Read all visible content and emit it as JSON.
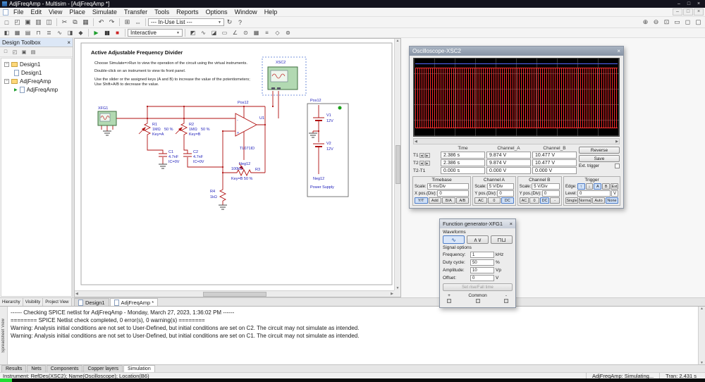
{
  "titlebar": {
    "title": "AdjFreqAmp - Multisim - [AdjFreqAmp *]"
  },
  "menu": {
    "items": [
      "File",
      "Edit",
      "View",
      "Place",
      "Simulate",
      "Transfer",
      "Tools",
      "Reports",
      "Options",
      "Window",
      "Help"
    ]
  },
  "tools": {
    "in_use": "--- In-Use List ---",
    "interactive": "Interactive"
  },
  "icons": {
    "min": "–",
    "max": "□",
    "close": "×",
    "new": "□",
    "open": "◰",
    "save": "▣",
    "print": "▥",
    "preview": "◫",
    "cut": "✂",
    "copy": "⧉",
    "paste": "▦",
    "undo": "↶",
    "redo": "↷",
    "zoom_window": "⊞",
    "pan": "⇔",
    "refresh": "↻",
    "help": "?",
    "zoom_in": "⊕",
    "zoom_out": "⊖",
    "zoom_area": "⊡",
    "zoom_page": "▭",
    "zoom_fit": "◻",
    "fullscreen": "▢",
    "toolbox": "◧",
    "spreadsheet": "▦",
    "database": "▤",
    "component": "⊓",
    "netlist": "≣",
    "grapher": "∿",
    "postproc": "◨",
    "settings": "◆",
    "play": "▶",
    "pause": "▮▮",
    "stop": "■",
    "dd": "▼",
    "mm": "◩",
    "fgen": "∿",
    "watt": "◪",
    "scope": "▭",
    "bode": "∠",
    "fcount": "⊙",
    "wordgen": "▦",
    "logic": "≡",
    "iv": "◇",
    "probe": "⊚",
    "expander": "−",
    "left": "◀",
    "right": "▶",
    "up": "▲",
    "down": "▼",
    "sine": "∿",
    "tri": "∧∨",
    "sq": "⊓⊔",
    "edge_r": "↑",
    "edge_f": "↓",
    "runmark": "▶"
  },
  "dtb": {
    "title": "Design Toolbox",
    "p1": "Design1",
    "s1": "Design1",
    "p2": "AdjFreqAmp",
    "s2": "AdjFreqAmp"
  },
  "sch": {
    "heading": "Active Adjustable Frequency Divider",
    "line1": "Choose Simulate=>Run to view the operation of the circuit using the virtual instruments.",
    "line2": "Double-click on an instrument to view its front panel.",
    "line3": "Use the slider or the assigned keys (A and B) to increase the value of the potentiometers;",
    "line4": "Use Shift+A/B to decrease the value.",
    "xfg1": "XFG1",
    "xsc2": "XSC2",
    "pos12_op": "Pos12",
    "neg12_op": "Neg12",
    "pos12_ps": "Pos12",
    "neg12_ps": "Neg12",
    "r1": "R1",
    "r1v": "1MΩ",
    "r1p": "50 %",
    "r1k": "Key=A",
    "r2": "R2",
    "r2v": "1MΩ",
    "r2p": "50 %",
    "r2k": "Key=B",
    "c1": "C1",
    "c1v": "4.7nF",
    "c1ic": "IC=0V",
    "c2": "C2",
    "c2v": "4.7nF",
    "c2ic": "IC=0V",
    "u1": "U1",
    "u1v": "TL071ID",
    "op_plus": "+",
    "op_minus": "-",
    "r3": "R3",
    "r3v": "100kΩ",
    "r3k": "Key=B 50 %",
    "r4": "R4",
    "r4v": "1kΩ",
    "v1": "V1",
    "v1v": "12V",
    "v2": "V2",
    "v2v": "12V",
    "ps": "Power Supply"
  },
  "osc": {
    "title": "Oscilloscope-XSC2",
    "rev": "Reverse",
    "save": "Save",
    "ext": "Ext. trigger",
    "col_t": "Time",
    "col_a": "Channel_A",
    "col_b": "Channel_B",
    "t1": "T1",
    "t2": "T2",
    "t21": "T2-T1",
    "t1_t": "2.386 s",
    "t1_a": "9.874 V",
    "t1_b": "10.477 V",
    "t2_t": "2.386 s",
    "t2_a": "9.874 V",
    "t2_b": "10.477 V",
    "d_t": "0.000 s",
    "d_a": "0.000 V",
    "d_b": "0.000 V",
    "tb": {
      "t": "Timebase",
      "l1": "Scale:",
      "v1": "5 ms/Div",
      "l2": "X pos.(Div):",
      "v2": "0",
      "b1": "Y/T",
      "b2": "Add",
      "b3": "B/A",
      "b4": "A/B"
    },
    "ca": {
      "t": "Channel A",
      "l1": "Scale:",
      "v1": "5 V/Div",
      "l2": "Y pos.(Div):",
      "v2": "0",
      "b1": "AC",
      "b2": "0",
      "b3": "DC"
    },
    "cb": {
      "t": "Channel B",
      "l1": "Scale:",
      "v1": "5 V/Div",
      "l2": "Y pos.(Div):",
      "v2": "0",
      "b1": "AC",
      "b2": "0",
      "b3": "DC",
      "b4": "-"
    },
    "tr": {
      "t": "Trigger",
      "l1": "Edge:",
      "ba": "A",
      "bb": "B",
      "bext": "Ext",
      "l2": "Level:",
      "v2": "0",
      "u2": "V",
      "b1": "Single",
      "b2": "Normal",
      "b3": "Auto",
      "b4": "None"
    }
  },
  "fg": {
    "title": "Function generator-XFG1",
    "wl": "Waveforms",
    "sl": "Signal options",
    "fl": "Frequency:",
    "fv": "1",
    "fu": "kHz",
    "dl": "Duty cycle:",
    "dv": "50",
    "du": "%",
    "al": "Amplitude:",
    "av": "10",
    "au": "Vp",
    "ol": "Offset:",
    "ov": "0",
    "ou": "V",
    "rb": "Set rise/Fall time",
    "pl": "+",
    "cm": "Common",
    "mn": "-"
  },
  "tabs": {
    "h": "Hierarchy",
    "v": "Visibility",
    "p": "Project View",
    "t1": "Design1",
    "t2": "AdjFreqAmp *"
  },
  "ss": {
    "side": "Spreadsheet View",
    "lines": [
      "------ Checking SPICE netlist for AdjFreqAmp - Monday, March 27, 2023, 1:36:02 PM ------",
      "======== SPICE Netlist check completed, 0 error(s), 0 warning(s) ========",
      "Warning: Analysis initial conditions are not set to User-Defined, but initial conditions are set on C2. The circuit may not simulate as intended.",
      "Warning: Analysis initial conditions are not set to User-Defined, but initial conditions are set on C1. The circuit may not simulate as intended."
    ],
    "b1": "Results",
    "b2": "Nets",
    "b3": "Components",
    "b4": "Copper layers",
    "b5": "Simulation"
  },
  "sb": {
    "left": "Instrument: RefDes(XSC2); Name(Oscilloscope); Location(B6)",
    "sim": "AdjFreqAmp: Simulating...",
    "tran": "Tran: 2.431 s"
  },
  "colors": {
    "wire": "#b01010",
    "label": "#2020bb",
    "trace_a": "#ff2a2a",
    "trace_b": "#5566ff",
    "progress": "#22dd33",
    "titlebar": "#14141e"
  }
}
